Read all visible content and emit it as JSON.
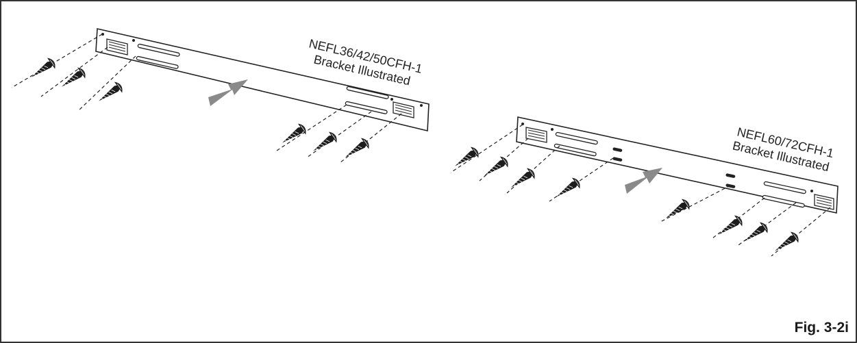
{
  "brackets": [
    {
      "model_line": "NEFL36/42/50CFH-1",
      "caption": "Bracket Illustrated"
    },
    {
      "model_line": "NEFL60/72CFH-1",
      "caption": "Bracket Illustrated"
    }
  ],
  "figure_label": "Fig. 3-2i",
  "colors": {
    "line": "#222222",
    "arrow": "#8a8a8a",
    "border": "#333333"
  },
  "icons": [
    "screw-icon",
    "direction-arrow-icon"
  ]
}
